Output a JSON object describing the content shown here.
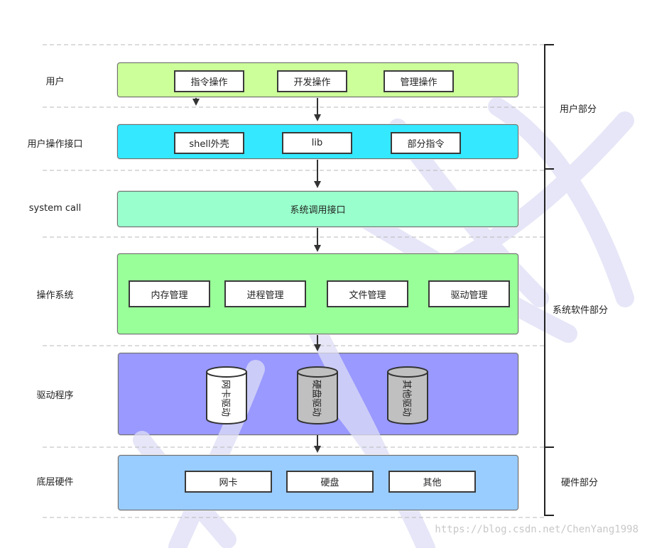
{
  "colors": {
    "user_layer": "#ccff99",
    "interface_layer": "#33e8ff",
    "syscall_layer": "#99ffcc",
    "os_layer": "#99ff99",
    "driver_layer": "#9999ff",
    "hardware_layer": "#99ccff",
    "watermark": "#dcdcf5"
  },
  "layers": {
    "user": {
      "left_label": "用户",
      "boxes": [
        "指令操作",
        "开发操作",
        "管理操作"
      ]
    },
    "interface": {
      "left_label": "用户操作接口",
      "boxes": [
        "shell外壳",
        "lib",
        "部分指令"
      ]
    },
    "syscall": {
      "left_label": "system call",
      "center_text": "系统调用接口"
    },
    "os": {
      "left_label": "操作系统",
      "boxes": [
        "内存管理",
        "进程管理",
        "文件管理",
        "驱动管理"
      ]
    },
    "driver": {
      "left_label": "驱动程序",
      "cylinders": [
        "网卡驱动",
        "硬盘驱动",
        "其他驱动"
      ]
    },
    "hardware": {
      "left_label": "底层硬件",
      "boxes": [
        "网卡",
        "硬盘",
        "其他"
      ]
    }
  },
  "right_brackets": {
    "user_part": "用户部分",
    "system_part": "系统软件部分",
    "hardware_part": "硬件部分"
  },
  "watermark_url": "https://blog.csdn.net/ChenYang1998"
}
